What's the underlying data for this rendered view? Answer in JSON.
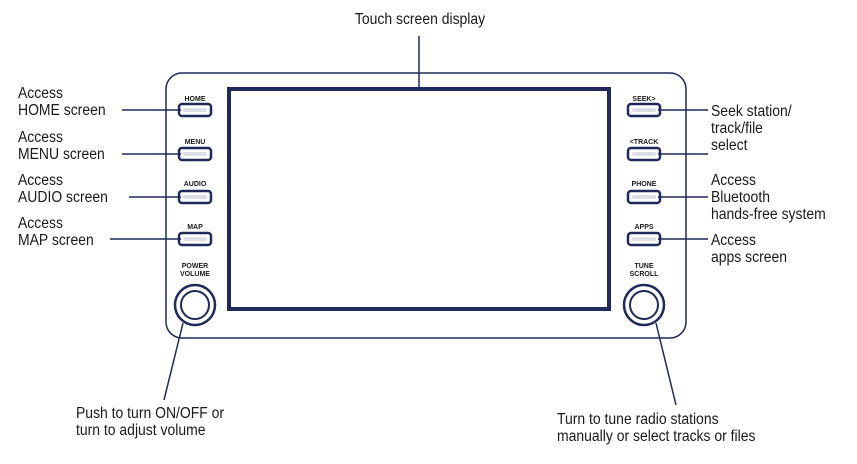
{
  "title": "Touch screen display",
  "buttons_left": [
    {
      "label": "HOME",
      "callout": [
        "Access",
        "HOME screen"
      ]
    },
    {
      "label": "MENU",
      "callout": [
        "Access",
        "MENU screen"
      ]
    },
    {
      "label": "AUDIO",
      "callout": [
        "Access",
        "AUDIO screen"
      ]
    },
    {
      "label": "MAP",
      "callout": [
        "Access",
        "MAP screen"
      ]
    }
  ],
  "buttons_right": [
    {
      "label": "SEEK>",
      "callout": [
        "Seek station/",
        "track/file",
        "select"
      ]
    },
    {
      "label": "<TRACK",
      "callout": []
    },
    {
      "label": "PHONE",
      "callout": [
        "Access",
        "Bluetooth",
        "hands-free system"
      ]
    },
    {
      "label": "APPS",
      "callout": [
        "Access",
        "apps screen"
      ]
    }
  ],
  "knob_left": {
    "label_lines": [
      "POWER",
      "VOLUME"
    ],
    "callout": [
      "Push to turn ON/OFF or",
      "turn to adjust volume"
    ]
  },
  "knob_right": {
    "label_lines": [
      "TUNE",
      "SCROLL"
    ],
    "callout": [
      "Turn to tune radio stations",
      "manually or select tracks or files"
    ]
  },
  "colors": {
    "frame": "#1d2a5a",
    "line": "#1d2a5a",
    "text": "#1a1a1a"
  }
}
